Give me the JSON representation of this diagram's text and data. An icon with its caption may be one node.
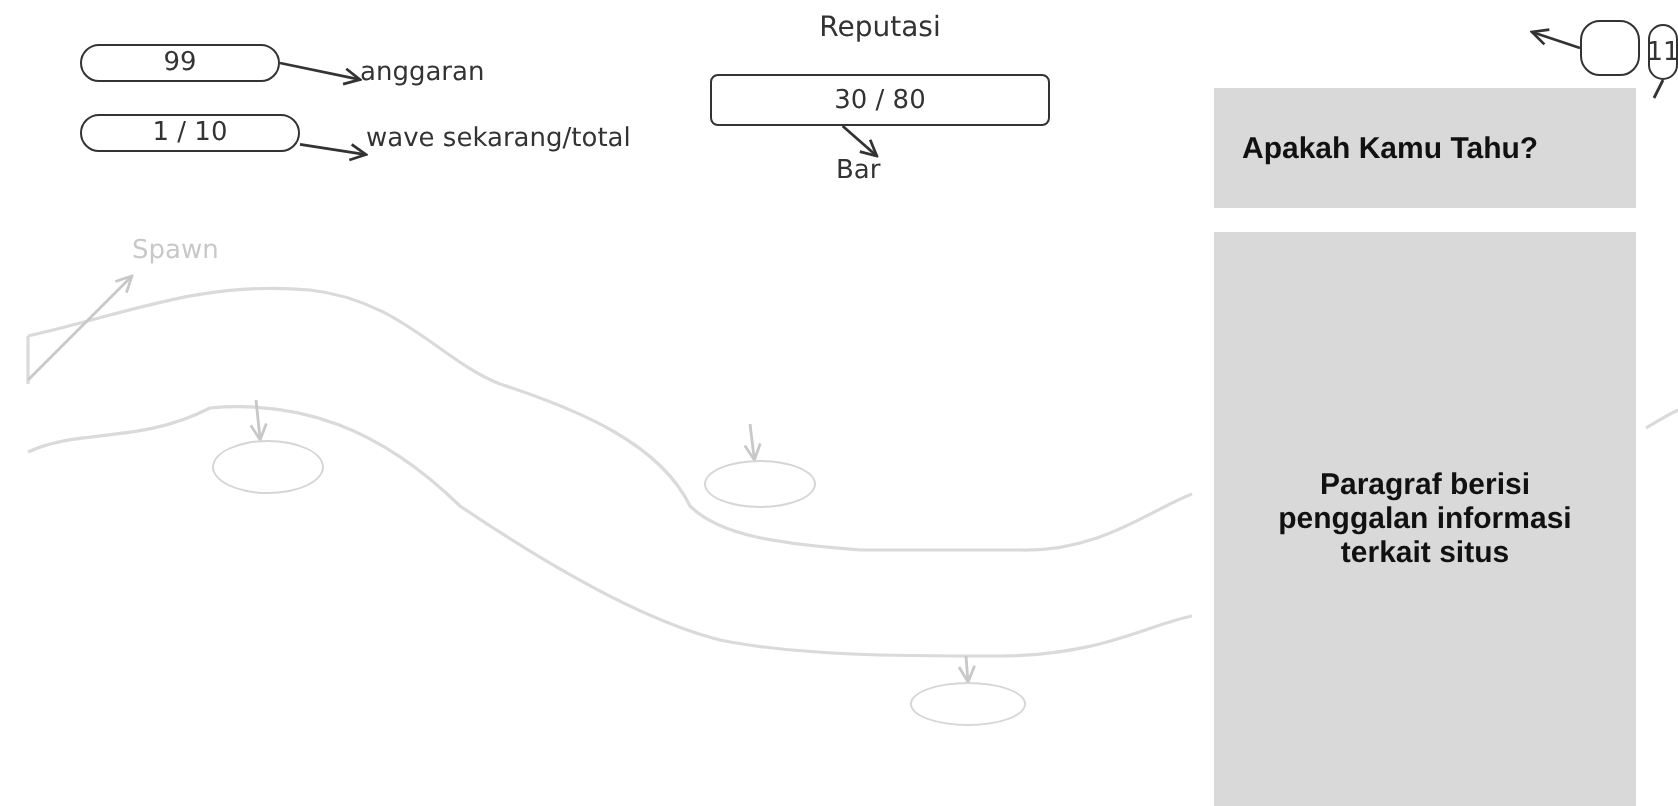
{
  "diagram": {
    "nodes": [
      {
        "text": [
          "99"
        ]
      },
      {
        "text": [
          "anggaran"
        ]
      },
      {
        "text": [
          "1 / 10"
        ]
      },
      {
        "text": [
          "wave sekarang/total"
        ]
      },
      {
        "text": [
          "Reputasi",
          "30 / 80"
        ]
      },
      {
        "text": [
          "Bar"
        ]
      },
      {
        "text": [],
        "shape": "box"
      },
      {
        "text": [
          "11"
        ]
      },
      {
        "text": [
          "Apakah Kamu Tahu?"
        ]
      },
      {
        "text": [
          "Paragraf berisi penggalan informasi terkait situs"
        ]
      },
      {
        "text": [
          "Spawn"
        ]
      },
      {
        "text": [],
        "shape": "circle"
      },
      {
        "text": [],
        "shape": "circle"
      },
      {
        "text": [],
        "shape": "circle"
      }
    ],
    "edges": [
      {
        "from": 0,
        "to": 1,
        "arrow": "to"
      },
      {
        "from": 2,
        "to": 3,
        "arrow": "to"
      },
      {
        "from": 4,
        "to": 5,
        "arrow": "to"
      },
      {
        "from": 6,
        "to": null,
        "arrow": "to"
      },
      {
        "from": 7,
        "to": null,
        "arrow": "none"
      },
      {
        "from": null,
        "to": 10,
        "arrow": "to",
        "color": "#c8c8c8"
      },
      {
        "from": null,
        "to": 11,
        "arrow": "to",
        "color": "#c8c8c8"
      },
      {
        "from": null,
        "to": 12,
        "arrow": "to",
        "color": "#c8c8c8"
      },
      {
        "from": null,
        "to": 13,
        "arrow": "to",
        "color": "#c8c8c8"
      }
    ]
  }
}
